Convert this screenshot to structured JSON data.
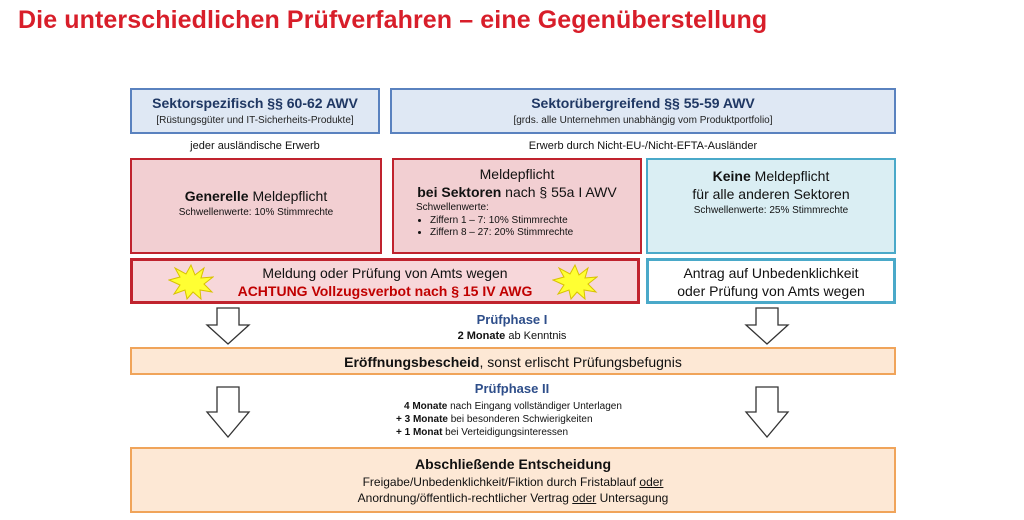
{
  "title": "Die unterschiedlichen Prüfverfahren – eine Gegenüberstellung",
  "header_left": {
    "heading": "Sektorspezifisch §§ 60-62 AWV",
    "sub": "[Rüstungsgüter und IT-Sicherheits-Produkte]"
  },
  "header_right": {
    "heading": "Sektorübergreifend §§ 55-59 AWV",
    "sub": "[grds. alle Unternehmen unabhängig vom Produktportfolio]"
  },
  "scope_left": "jeder ausländische Erwerb",
  "scope_right": "Erwerb durch Nicht-EU-/Nicht-EFTA-Ausländer",
  "box_general": {
    "bold": "Generelle",
    "rest": " Meldepflicht",
    "threshold": "Schwellenwerte: 10% Stimmrechte"
  },
  "box_sectors": {
    "line1": "Meldepflicht",
    "bold": "bei Sektoren",
    "rest": " nach § 55a I AWV",
    "threshold_label": "Schwellenwerte:",
    "items": [
      "Ziffern 1 – 7: 10% Stimmrechte",
      "Ziffern 8 – 27: 20% Stimmrechte"
    ]
  },
  "box_none": {
    "bold": "Keine",
    "rest": " Meldepflicht",
    "line2": "für alle anderen Sektoren",
    "threshold": "Schwellenwerte: 25% Stimmrechte"
  },
  "report_box": {
    "line1": "Meldung oder Prüfung von Amts wegen",
    "warning": "ACHTUNG Vollzugsverbot nach § 15 IV AWG"
  },
  "application_box": {
    "line1": "Antrag auf Unbedenklichkeit",
    "line2": "oder Prüfung von Amts wegen"
  },
  "phase1": {
    "title": "Prüfphase I",
    "bold": "2 Monate",
    "rest": " ab Kenntnis"
  },
  "opening": {
    "bold": "Eröffnungsbescheid",
    "rest": ", sonst erlischt Prüfungsbefugnis"
  },
  "phase2": {
    "title": "Prüfphase II",
    "lines": [
      {
        "bold": "4 Monate",
        "rest": " nach Eingang vollständiger Unterlagen"
      },
      {
        "bold": "+ 3 Monate",
        "rest": " bei besonderen Schwierigkeiten"
      },
      {
        "bold": "+ 1 Monat",
        "rest": " bei Verteidigungsinteressen"
      }
    ]
  },
  "final": {
    "title": "Abschließende Entscheidung",
    "line1": "Freigabe/Unbedenklichkeit/Fiktion durch Fristablauf",
    "or1": "oder",
    "line2": "Anordnung/öffentlich-rechtlicher Vertrag",
    "or2": "oder",
    "line2_end": "Untersagung"
  },
  "colors": {
    "title": "#d81e2a",
    "warning": "#c00000",
    "phase": "#2e4e8a",
    "burst": "#ffff33"
  }
}
